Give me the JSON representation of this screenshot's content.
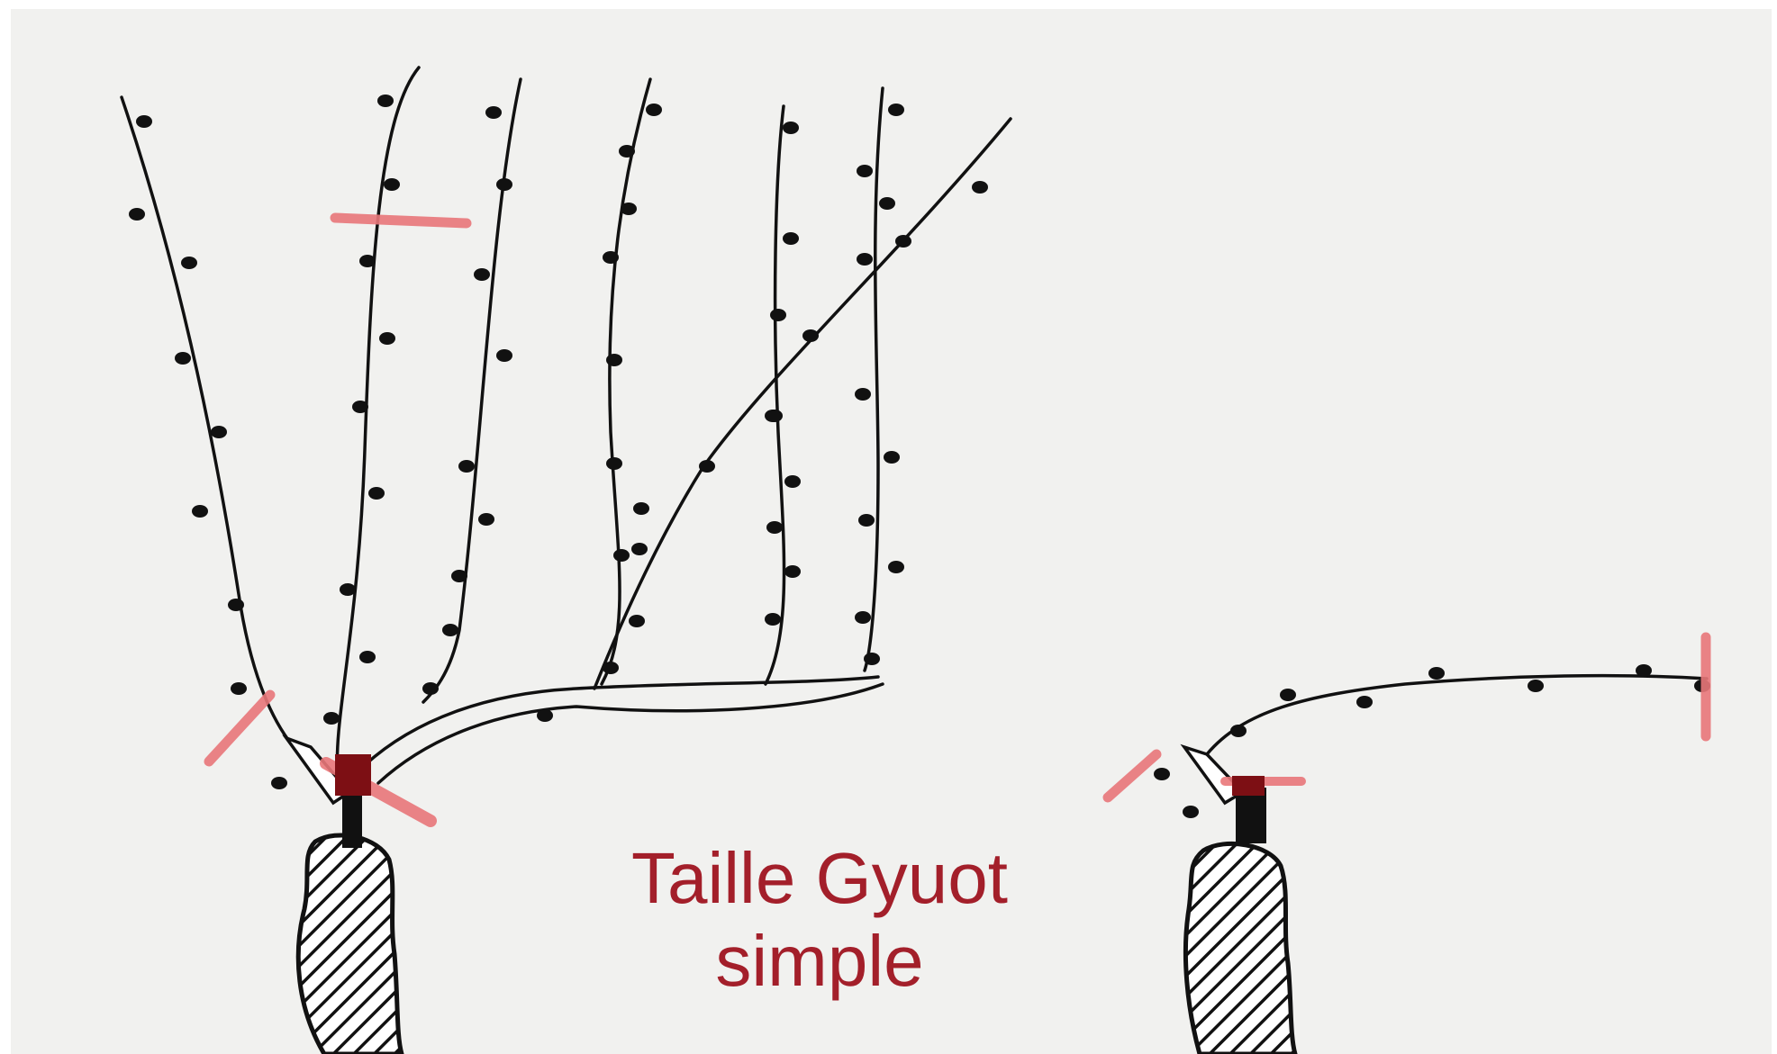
{
  "caption": {
    "line1": "Taille Gyuot",
    "line2": "simple"
  },
  "colors": {
    "paper": "#f1f1ef",
    "ink": "#111111",
    "cut_mark": "#e9777a",
    "cut_dark": "#7d0f14",
    "caption": "#a31f2a"
  },
  "panels": [
    {
      "name": "before-pruning",
      "canes": 8,
      "cut_marks": 3
    },
    {
      "name": "after-pruning",
      "canes": 1,
      "cut_marks": 3
    }
  ]
}
